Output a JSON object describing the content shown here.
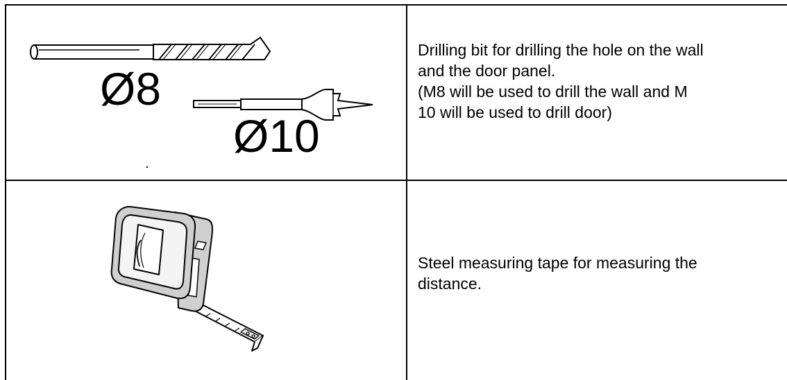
{
  "rows": [
    {
      "illustration": {
        "icons": [
          "masonry-drill-bit-icon",
          "spade-drill-bit-icon"
        ],
        "labels": [
          "Ø8",
          "Ø10"
        ]
      },
      "description_lines": [
        "Drilling bit for drilling the hole on the wall",
        "and the door panel.",
        "(M8 will be used to drill the wall and M",
        "10 will be used to drill door)"
      ]
    },
    {
      "illustration": {
        "icons": [
          "measuring-tape-icon"
        ]
      },
      "description_lines": [
        "Steel measuring tape for measuring the",
        "distance."
      ]
    }
  ],
  "colors": {
    "line": "#000000",
    "background": "#ffffff",
    "tape_grey": "#cfcfcf"
  }
}
